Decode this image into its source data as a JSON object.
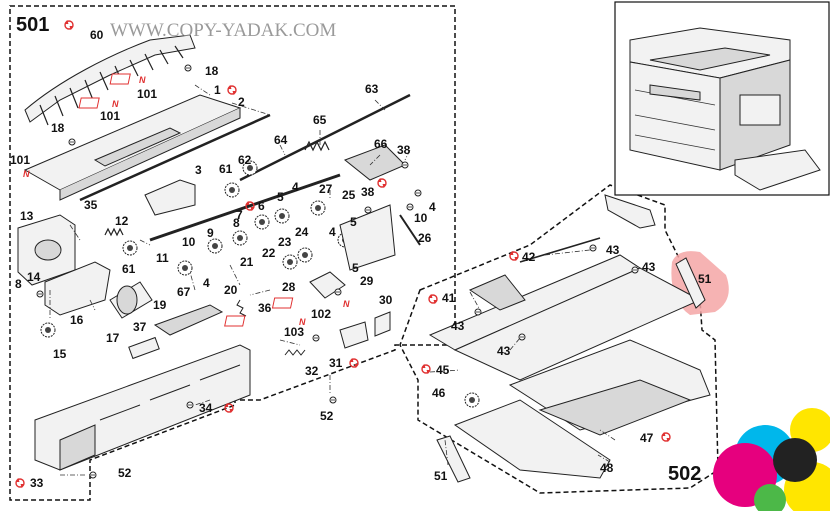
{
  "watermark": "WWW.COPY-YADAK.COM",
  "sections": [
    {
      "id": "501",
      "label": "501"
    },
    {
      "id": "502",
      "label": "502"
    }
  ],
  "callouts": [
    "1",
    "2",
    "3",
    "4",
    "5",
    "6",
    "7",
    "8",
    "9",
    "10",
    "11",
    "12",
    "13",
    "14",
    "15",
    "16",
    "17",
    "18",
    "19",
    "20",
    "21",
    "22",
    "23",
    "24",
    "25",
    "26",
    "27",
    "28",
    "29",
    "30",
    "31",
    "32",
    "33",
    "34",
    "35",
    "36",
    "37",
    "38",
    "41",
    "42",
    "43",
    "45",
    "46",
    "47",
    "48",
    "51",
    "52",
    "60",
    "61",
    "62",
    "63",
    "64",
    "65",
    "66",
    "67",
    "101",
    "102",
    "103"
  ],
  "new_badge": "N",
  "colors": {
    "line": "#111111",
    "recycle_icon": "#e03030",
    "highlight": "#f4a6a6",
    "ink_cyan": "#00b7eb",
    "ink_magenta": "#e6007e",
    "ink_yellow": "#ffe600",
    "ink_black": "#222222",
    "ink_green": "#4cb848"
  },
  "icons": [
    "recycle-icon",
    "new-part-badge",
    "ink-circles-logo",
    "copier-illustration"
  ]
}
